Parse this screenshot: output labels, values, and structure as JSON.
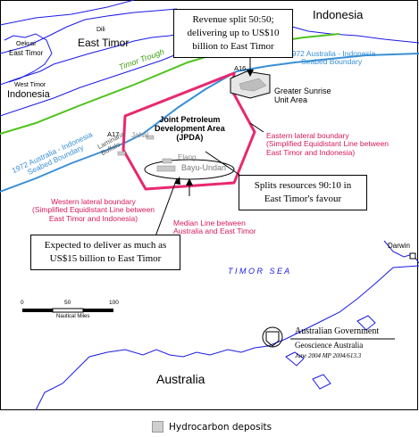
{
  "places": {
    "indonesia_north": "Indonesia",
    "east_timor": "East Timor",
    "oekusi": "Oekusi",
    "east_timor_small": "East Timor",
    "dili": "Dili",
    "west_timor": "West Timor",
    "indonesia_west": "Indonesia",
    "australia": "Australia",
    "darwin": "Darwin"
  },
  "features": {
    "timor_trough": "Timor Trough",
    "timor_sea": "T I M O R   S E A",
    "seabed_1972_west_line1": "1972 Australia - Indonesia",
    "seabed_1972_west_line2": "Seabed Boundary",
    "seabed_1972_east_line1": "1972 Australia - Indonesia",
    "seabed_1972_east_line2": "Seabed Boundary",
    "a16": "A16",
    "a17": "A17",
    "jahal": "Jahal",
    "laminaria_line1": "Laminaria",
    "laminaria_line2": "Buffalo",
    "elang": "Elang",
    "bayu_undan": "Bayu-Undan",
    "greater_sunrise_line1": "Greater Sunrise",
    "greater_sunrise_line2": "Unit Area"
  },
  "jpda": {
    "line1": "Joint Petroleum",
    "line2": "Development Area",
    "line3": "(JPDA)"
  },
  "boundaries": {
    "eastern_line1": "Eastern lateral boundary",
    "eastern_line2": "(Simplified Equidistant Line between",
    "eastern_line3": "East Timor and Indonesia)",
    "western_line1": "Western lateral boundary",
    "western_line2": "(Simplified Equidistant Line between",
    "western_line3": "East Timor and Indonesia)",
    "median_line1": "Median Line between",
    "median_line2": "Australia and East Timor"
  },
  "callouts": {
    "revenue_line1": "Revenue split 50:50;",
    "revenue_line2": "delivering up to US$10",
    "revenue_line3": "billion to East Timor",
    "splits_line1": "Splits resources 90:10 in",
    "splits_line2": "East Timor's favour",
    "expected_line1": "Expected to deliver as much as",
    "expected_line2": "US$15 billion to East Timor"
  },
  "scale": {
    "tick0": "0",
    "tick50": "50",
    "tick100": "100",
    "unit": "Nautical Miles"
  },
  "credit": {
    "org_line1": "Australian Government",
    "org_line2": "Geoscience Australia",
    "date_ref": "June 2004  MP 2004/613.3"
  },
  "legend": {
    "label": "Hydrocarbon deposits"
  },
  "colors": {
    "jpda_boundary": "#e8286e",
    "seabed_boundary": "#3a8fd6",
    "timor_trough": "#4fc21e",
    "coastline": "#1a1ae6",
    "boundary_text": "#d6195c",
    "hydrocarbon": "#cfcfcf"
  }
}
